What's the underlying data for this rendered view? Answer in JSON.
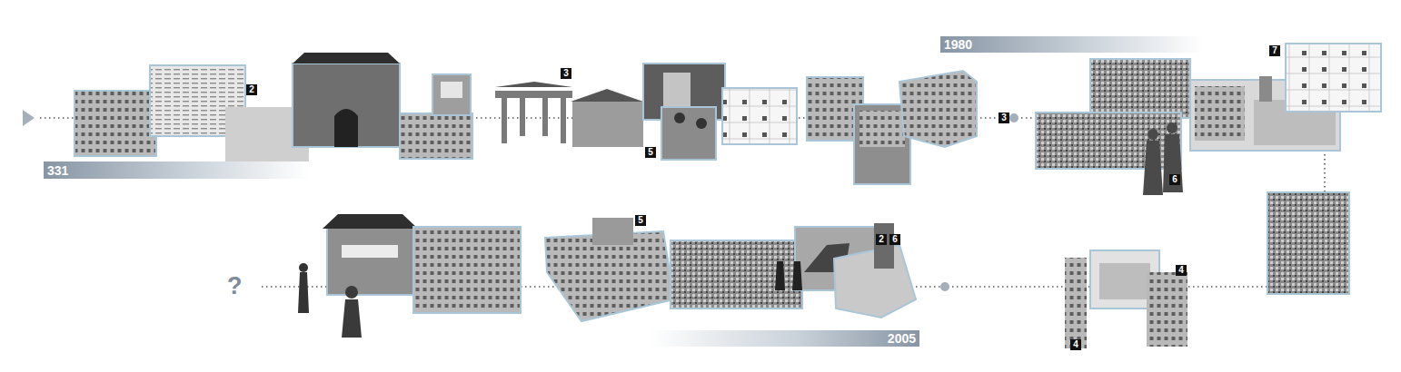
{
  "diagram": {
    "nodes": [
      {
        "text": [
          "331"
        ]
      },
      {
        "text": [
          "1980"
        ]
      },
      {
        "text": [
          "2005"
        ]
      }
    ],
    "labels": [
      "2",
      "3",
      "5",
      "3",
      "7",
      "6",
      "?",
      "5",
      "2",
      "6",
      "4",
      "4"
    ]
  }
}
